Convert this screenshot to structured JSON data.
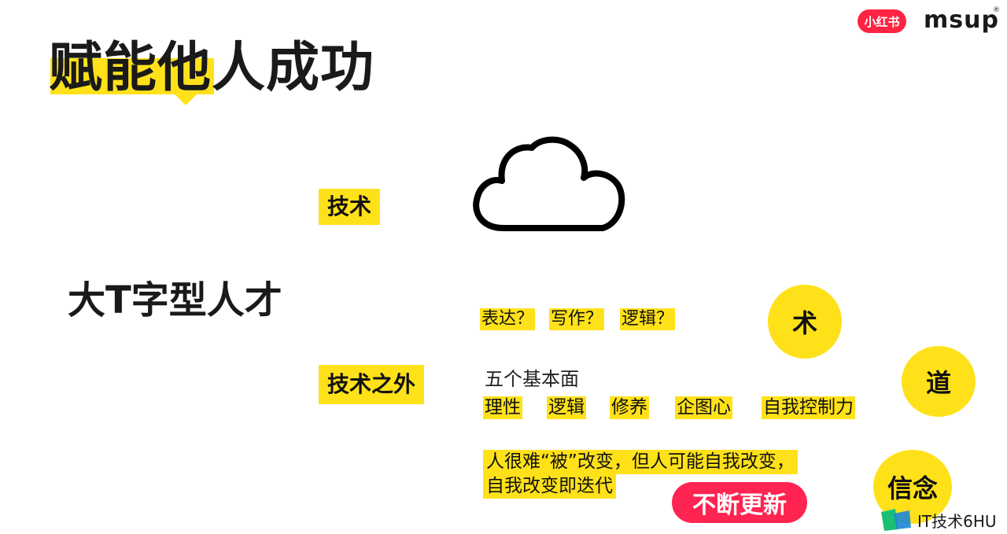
{
  "slide": {
    "title": "赋能他人成功",
    "big_label": "大T字型人才",
    "tag_tech": "技术",
    "tag_beyond_tech": "技术之外",
    "questions": [
      "表达？",
      "写作？",
      "逻辑？"
    ],
    "five_basics_label": "五个基本面",
    "five_basics": [
      "理性",
      "逻辑",
      "修养",
      "企图心",
      "自我控制力"
    ],
    "saying_lines": [
      "人很难“被”改变，但人可能自我改变，",
      "自我改变即迭代"
    ],
    "circles": [
      "术",
      "道",
      "信念"
    ],
    "pill": "不断更新"
  },
  "logos": {
    "xiaohongshu": "小红书",
    "msup": "msup",
    "msup_reg": "®"
  },
  "watermark": {
    "label": "IT技术6HU"
  },
  "colors": {
    "highlight": "#ffe11a",
    "brand_red": "#ff2442",
    "pill_red": "#ff2451",
    "watermark_green": "#1bbf73",
    "watermark_blue": "#1e86d8"
  },
  "icons": {
    "cloud": "cloud-icon",
    "watermark_mark": "watermark-logo-icon"
  }
}
